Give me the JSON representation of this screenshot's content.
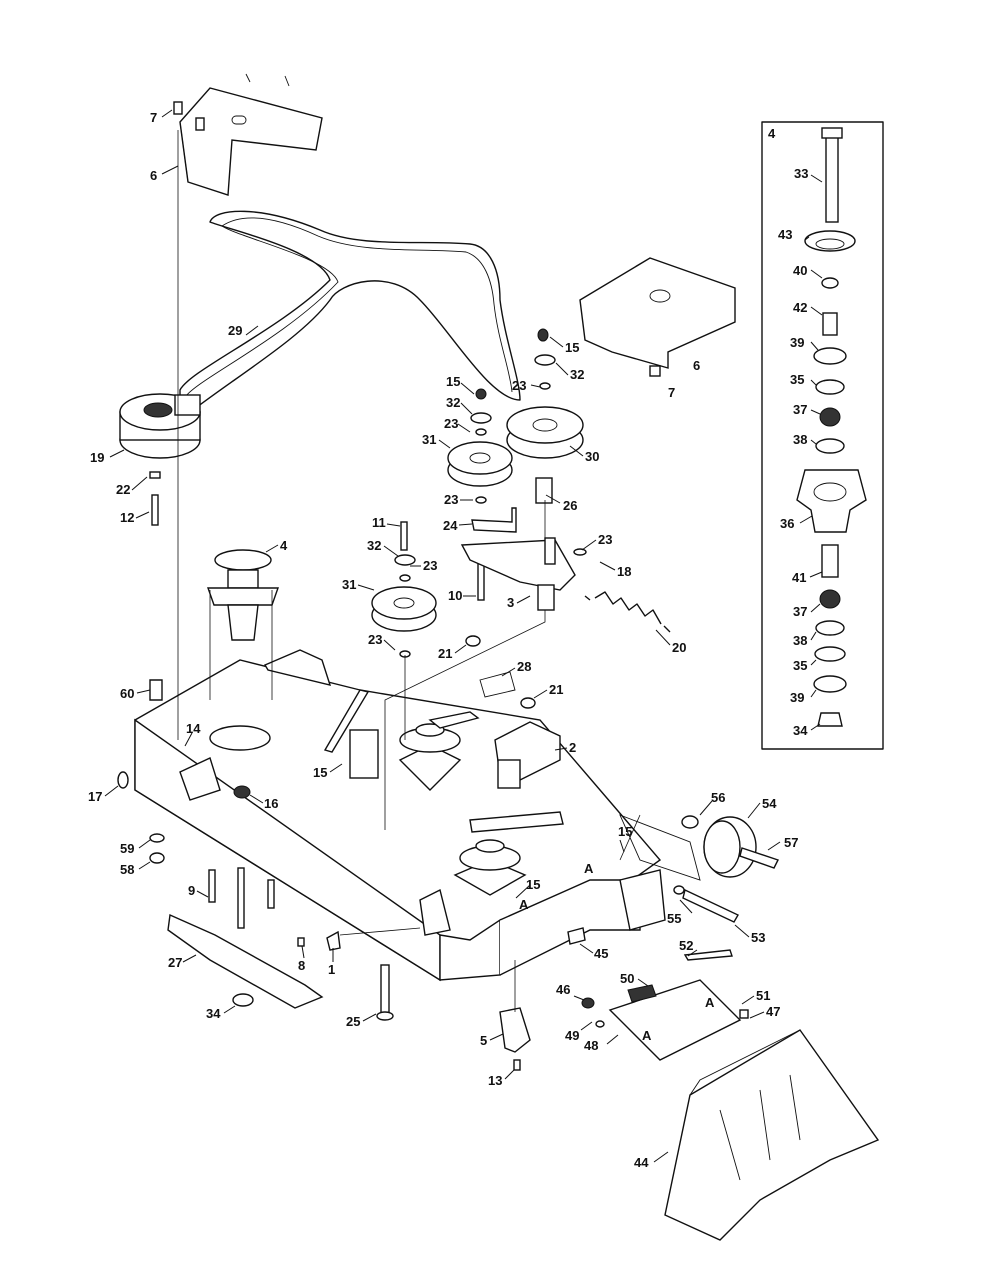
{
  "callouts": [
    "7",
    "6",
    "29",
    "15",
    "32",
    "23",
    "30",
    "26",
    "31",
    "19",
    "22",
    "12",
    "11",
    "24",
    "10",
    "3",
    "18",
    "20",
    "4",
    "60",
    "14",
    "17",
    "16",
    "21",
    "28",
    "2",
    "59",
    "58",
    "9",
    "27",
    "8",
    "1",
    "34",
    "25",
    "5",
    "13",
    "56",
    "54",
    "57",
    "55",
    "53",
    "52",
    "50",
    "51",
    "47",
    "46",
    "49",
    "48",
    "45",
    "44",
    "33",
    "43",
    "40",
    "42",
    "39",
    "35",
    "37",
    "38",
    "36",
    "41"
  ],
  "ref_marks": [
    "A",
    "A",
    "A",
    "A"
  ],
  "inset": {
    "label": "4"
  }
}
